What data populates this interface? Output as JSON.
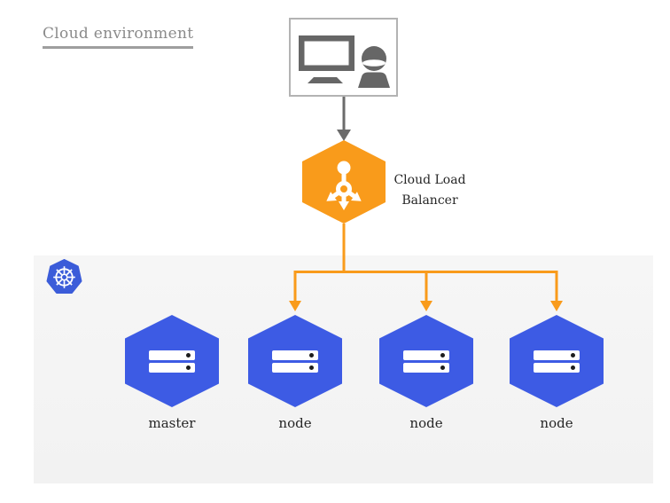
{
  "diagram": {
    "title": "Cloud environment",
    "client": {
      "icon": "monitor-user-icon"
    },
    "load_balancer": {
      "label": "Cloud Load Balancer",
      "icon": "load-balancer-icon"
    },
    "cluster": {
      "platform_icon": "kubernetes-helm-icon",
      "nodes": [
        {
          "label": "master",
          "icon": "server-icon"
        },
        {
          "label": "node",
          "icon": "server-icon"
        },
        {
          "label": "node",
          "icon": "server-icon"
        },
        {
          "label": "node",
          "icon": "server-icon"
        }
      ]
    },
    "colors": {
      "accent_orange": "#f99b1b",
      "node_blue": "#3d5be4",
      "kubernetes_blue": "#3b5cd9",
      "panel_background": "#f5f5f5",
      "icon_gray": "#666666",
      "title_gray": "#8a8a8a",
      "label_dark": "#262626"
    }
  }
}
